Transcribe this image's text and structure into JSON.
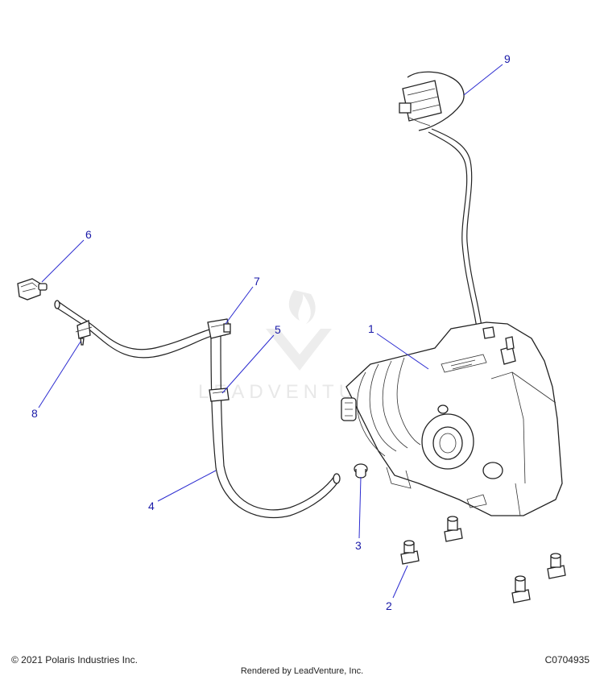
{
  "watermark": {
    "text": "LEADVENTURE"
  },
  "callouts": [
    {
      "id": "1",
      "part": "front-gearcase"
    },
    {
      "id": "2",
      "part": "mounting-bolt"
    },
    {
      "id": "3",
      "part": "plug-cap"
    },
    {
      "id": "4",
      "part": "vent-hose"
    },
    {
      "id": "5",
      "part": "hose-clip"
    },
    {
      "id": "6",
      "part": "vent-fitting"
    },
    {
      "id": "7",
      "part": "hose-clamp"
    },
    {
      "id": "8",
      "part": "push-rivet"
    },
    {
      "id": "9",
      "part": "wiring-harness-connector"
    }
  ],
  "footer": {
    "copyright": "© 2021 Polaris Industries Inc.",
    "catalog_id": "C0704935",
    "rendered_by": "Rendered by LeadVenture, Inc."
  }
}
